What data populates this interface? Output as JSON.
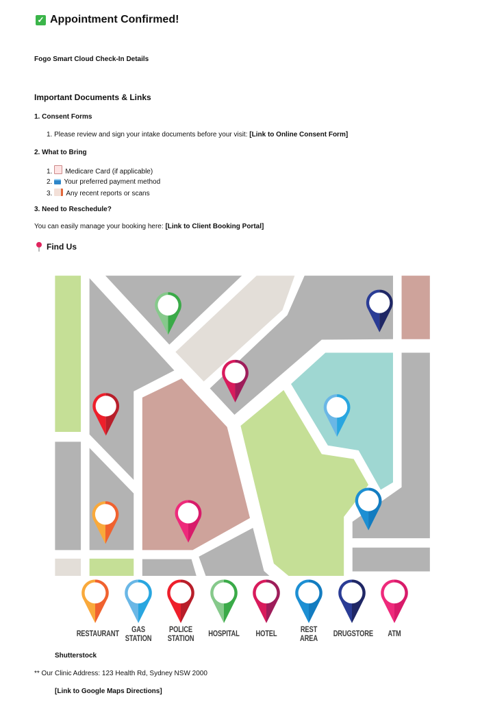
{
  "header": {
    "icon": "check-mark-button-icon",
    "title": "Appointment Confirmed!"
  },
  "subtitle": "Fogo Smart Cloud Check-In Details",
  "documents": {
    "heading": "Important Documents & Links",
    "consent": {
      "heading": "1. Consent Forms",
      "item_number": "1.",
      "item_text": "Please review and sign your intake documents before your visit: ",
      "link": "[Link to Online Consent Form]"
    },
    "bring": {
      "heading": "2. What to Bring",
      "items": [
        {
          "number": "1.",
          "icon": "clipboard-icon",
          "text": "Medicare Card (if applicable)"
        },
        {
          "number": "2.",
          "icon": "credit-card-icon",
          "text": "Your preferred payment method"
        },
        {
          "number": "3.",
          "icon": "memo-icon",
          "text": "Any recent reports or scans"
        }
      ]
    },
    "reschedule": {
      "heading": "3. Need to Reschedule?",
      "text": "You can easily manage your booking here: ",
      "link": "[Link to Client Booking Portal]"
    }
  },
  "find_us": {
    "icon": "round-pushpin-icon",
    "heading": "Find Us",
    "map_legend": [
      {
        "label": "RESTAURANT",
        "colors": [
          "#f9a93b",
          "#f0622f"
        ]
      },
      {
        "label": "GAS\nSTATION",
        "colors": [
          "#6ab7e6",
          "#29a6e0"
        ]
      },
      {
        "label": "POLICE\nSTATION",
        "colors": [
          "#ee1f2b",
          "#b81e2a"
        ]
      },
      {
        "label": "HOSPITAL",
        "colors": [
          "#86c98b",
          "#3aaa48"
        ]
      },
      {
        "label": "HOTEL",
        "colors": [
          "#d81b5c",
          "#9e1d5a"
        ]
      },
      {
        "label": "REST\nAREA",
        "colors": [
          "#1d8fd3",
          "#137cc0"
        ]
      },
      {
        "label": "DRUGSTORE",
        "colors": [
          "#2a3c95",
          "#1f2765"
        ]
      },
      {
        "label": "ATM",
        "colors": [
          "#ee2a7b",
          "#d81b6a"
        ]
      }
    ],
    "image_credit": "Shutterstock",
    "address": "** Our Clinic Address: 123 Health Rd, Sydney NSW 2000",
    "directions_link": "[Link to Google Maps Directions]"
  }
}
